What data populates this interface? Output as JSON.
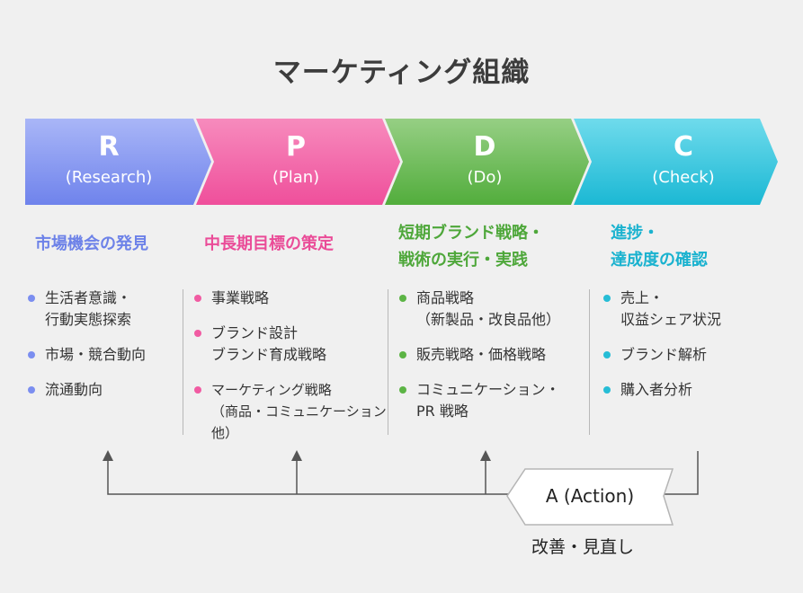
{
  "title": "マーケティング組織",
  "colors": {
    "research": "#7b8ef0",
    "plan": "#f15ba2",
    "do": "#5cb445",
    "check": "#26bdd6",
    "connector": "#555555"
  },
  "steps": [
    {
      "letter": "R",
      "sub": "(Research)"
    },
    {
      "letter": "P",
      "sub": "(Plan)"
    },
    {
      "letter": "D",
      "sub": "(Do)"
    },
    {
      "letter": "C",
      "sub": "(Check)"
    }
  ],
  "columns": [
    {
      "heading": "市場機会の発見",
      "items": [
        "生活者意識・\n行動実態探索",
        "市場・競合動向",
        "流通動向"
      ]
    },
    {
      "heading": "中長期目標の策定",
      "items": [
        "事業戦略",
        "ブランド設計\nブランド育成戦略",
        "マーケティング戦略\n（商品・コミュニケーション他）"
      ]
    },
    {
      "heading": "短期ブランド戦略・\n戦術の実行・実践",
      "items": [
        "商品戦略\n（新製品・改良品他）",
        "販売戦略・価格戦略",
        "コミュニケーション・\nPR 戦略"
      ]
    },
    {
      "heading": "進捗・\n達成度の確認",
      "items": [
        "売上・\n収益シェア状況",
        "ブランド解析",
        "購入者分析"
      ]
    }
  ],
  "action": {
    "label": "A (Action)",
    "sub": "改善・見直し"
  }
}
